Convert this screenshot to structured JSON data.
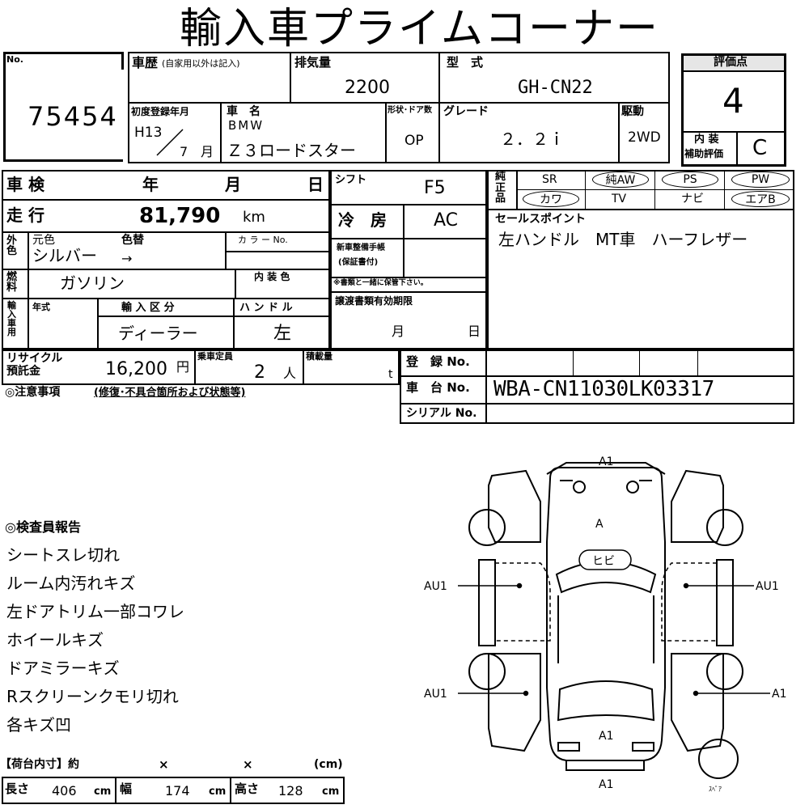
{
  "title": "輸入車プライムコーナー",
  "lot": {
    "label": "No.",
    "number": "75454"
  },
  "history": {
    "label": "車歴",
    "note": "(自家用以外は記入)"
  },
  "displacement": {
    "label": "排気量",
    "value": "2200"
  },
  "model_code": {
    "label": "型　式",
    "value": "GH-CN22"
  },
  "rating": {
    "label": "評価点",
    "score": "4",
    "interior_label_1": "内 装",
    "interior_label_2": "補助評価",
    "interior_value": "C"
  },
  "first_reg": {
    "label": "初度登録年月",
    "era": "H13",
    "month": "7",
    "month_unit": "月"
  },
  "car_name": {
    "label": "車　名",
    "maker": "BMW",
    "name": "Ｚ３ロードスター"
  },
  "body": {
    "label": "形状･ドア数",
    "value": "OP"
  },
  "grade": {
    "label": "グレード",
    "value": "２．２ｉ"
  },
  "drive": {
    "label": "駆動",
    "value": "2WD"
  },
  "inspection": {
    "label": "車 検",
    "y": "年",
    "m": "月",
    "d": "日"
  },
  "shift": {
    "label": "シフト",
    "value": "F5"
  },
  "genuine": {
    "label": "純正品",
    "items": [
      "SR",
      "純AW",
      "PS",
      "PW",
      "カワ",
      "TV",
      "ナビ",
      "エアB"
    ]
  },
  "mileage": {
    "label": "走 行",
    "value": "81,790",
    "unit": "km"
  },
  "ac": {
    "label": "冷　房",
    "value": "AC"
  },
  "sales_point": {
    "label": "セールスポイント",
    "value": "左ハンドル　MT車　ハーフレザー"
  },
  "exterior": {
    "label": "外色",
    "orig_label": "元色",
    "change_label": "色替",
    "color": "シルバー",
    "arrow": "→",
    "color_no_label": "カ ラ ー No."
  },
  "new_car_manual": {
    "label1": "新車整備手帳",
    "label2": "(保証書付)",
    "note": "※書類と一緒に保管下さい。"
  },
  "fuel": {
    "label": "燃料",
    "value": "ガソリン",
    "interior_color_label": "内 装 色"
  },
  "import": {
    "label": "輸入車用",
    "year_label": "年式",
    "type_label": "輸 入 区 分",
    "type_value": "ディーラー",
    "handle_label": "ハ ン ド ル",
    "handle_value": "左"
  },
  "transfer": {
    "label": "譲渡書類有効期限",
    "m": "月",
    "d": "日"
  },
  "recycle": {
    "label1": "リサイクル",
    "label2": "預託金",
    "value": "16,200",
    "unit": "円"
  },
  "capacity": {
    "label": "乗車定員",
    "value": "2",
    "unit": "人",
    "load_label": "積載量",
    "load_unit": "t"
  },
  "registration": {
    "label": "登　録 No.",
    "chassis_label": "車　台 No.",
    "chassis_value": "WBA-CN11030LK03317",
    "serial_label": "シリアル No."
  },
  "caution": {
    "label": "◎注意事項",
    "note": "(修復･不具合箇所および状態等)"
  },
  "report": {
    "title": "◎検査員報告",
    "lines": [
      "シートスレ切れ",
      "ルーム内汚れキズ",
      "左ドアトリム一部コワレ",
      "ホイールキズ",
      "ドアミラーキズ",
      "Rスクリーンクモリ切れ",
      "各キズ凹"
    ]
  },
  "cargo": {
    "label": "【荷台内寸】約",
    "x1": "×",
    "x2": "×",
    "unit": "(cm)",
    "length_label": "長さ",
    "length": "406",
    "width_label": "幅",
    "width": "174",
    "height_label": "高さ",
    "height": "128",
    "cm": "cm"
  },
  "diagram": {
    "marks": {
      "front": "A1",
      "hood": "A",
      "windshield": "ヒビ",
      "left_door": "AU1",
      "right_door": "AU1",
      "left_rear": "AU1",
      "right_rear": "A1",
      "trunk": "A1",
      "rear": "A1"
    },
    "spare": "ｽﾍﾟｱ"
  }
}
